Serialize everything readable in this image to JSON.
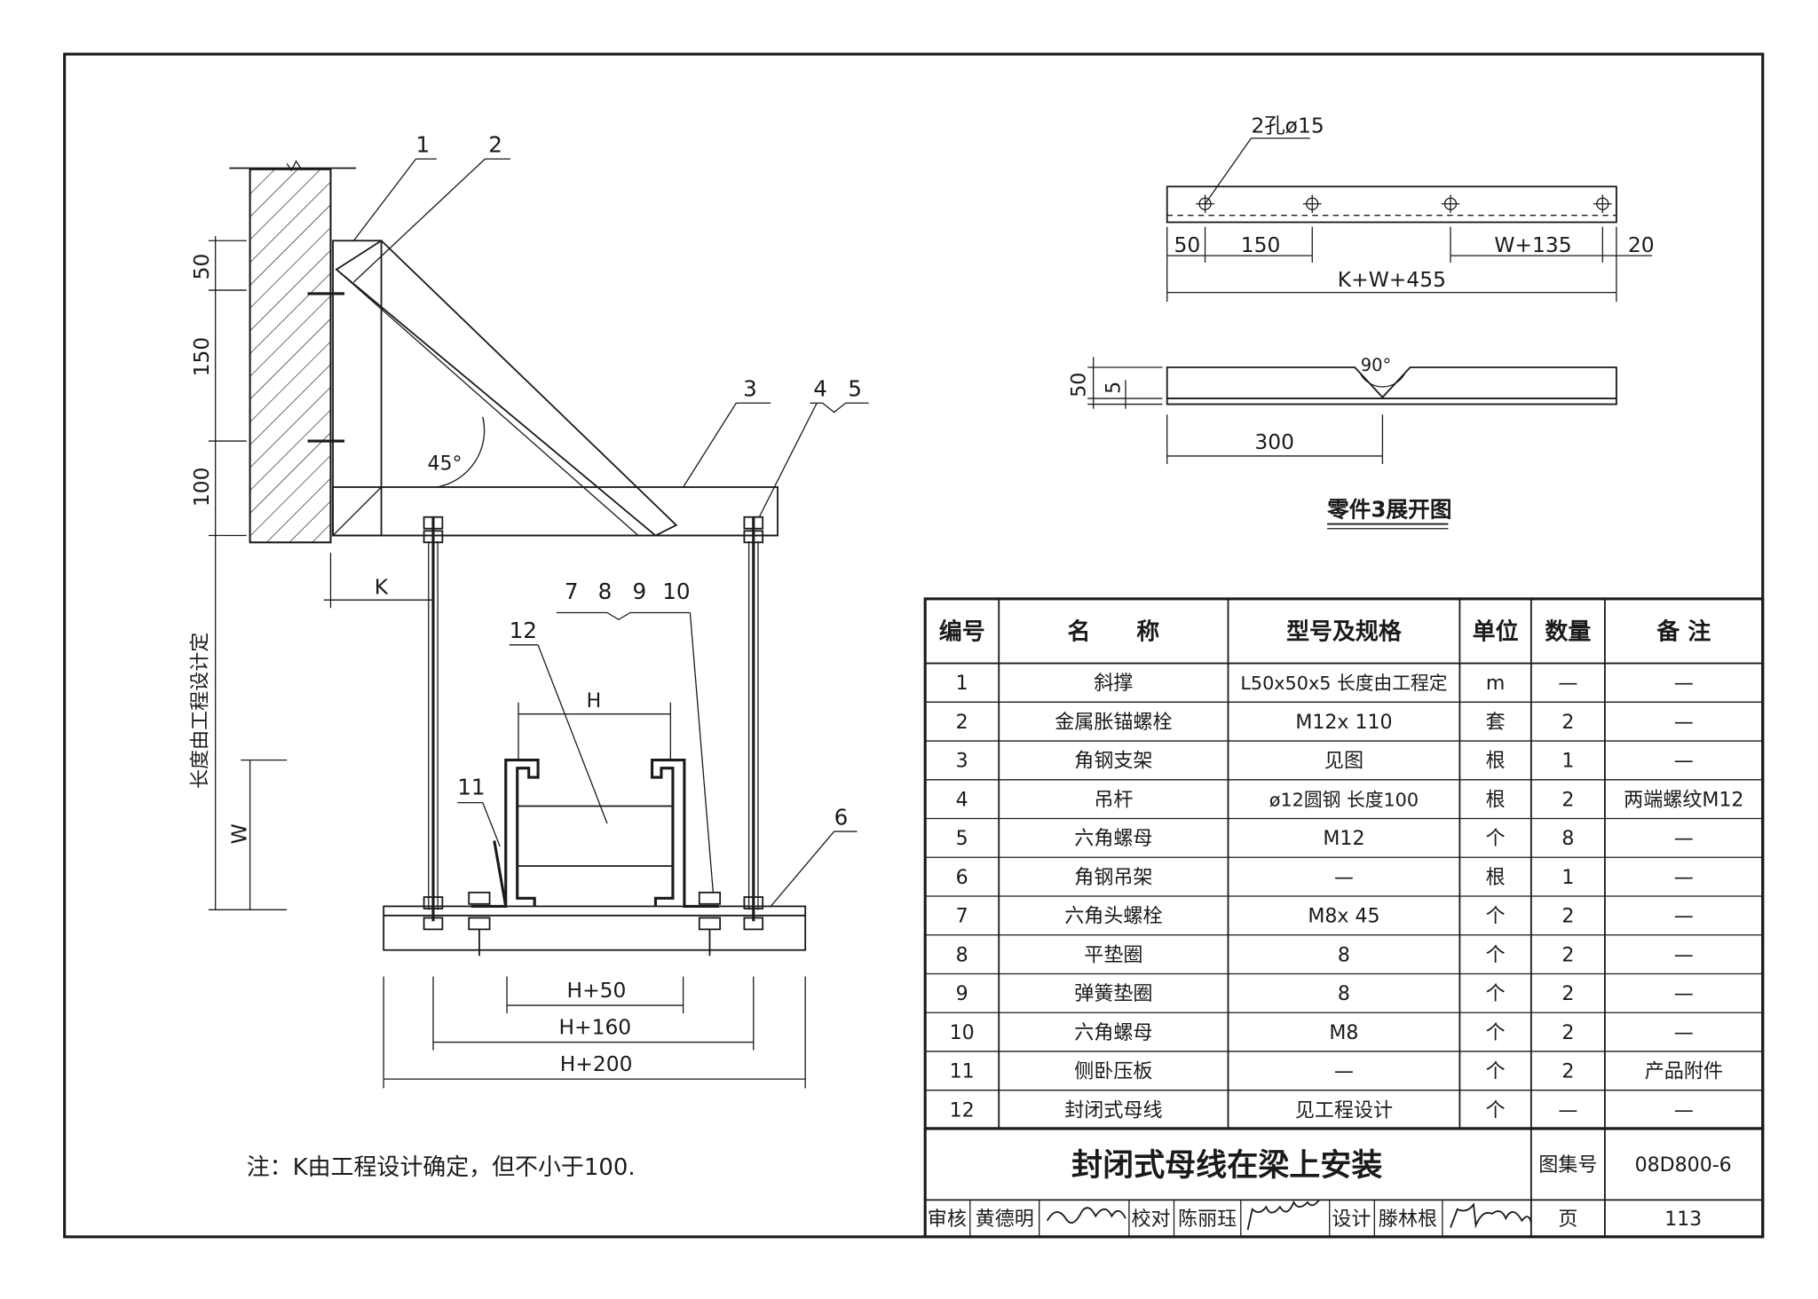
{
  "callouts": {
    "c1": "1",
    "c2": "2",
    "c3": "3",
    "c4": "4",
    "c5": "5",
    "c6": "6",
    "c7": "7",
    "c8": "8",
    "c9": "9",
    "c10": "10",
    "c11": "11",
    "c12": "12"
  },
  "main_dims": {
    "d50": "50",
    "d150": "150",
    "d100": "100",
    "angle": "45°",
    "k": "K",
    "w": "W",
    "length_note": "长度由工程设计定",
    "h": "H",
    "h50": "H+50",
    "h160": "H+160",
    "h200": "H+200"
  },
  "part3": {
    "holes": "2孔ø15",
    "d50": "50",
    "d150": "150",
    "dw135": "W+135",
    "d20": "20",
    "total": "K+W+455",
    "angle": "90°",
    "h50": "50",
    "h5": "5",
    "d300": "300",
    "caption": "零件3展开图"
  },
  "note": "注：K由工程设计确定，但不小于100.",
  "table": {
    "headers": [
      "编号",
      "名　　称",
      "型号及规格",
      "单位",
      "数量",
      "备 注"
    ],
    "rows": [
      [
        "1",
        "斜撑",
        "L50x50x5  长度由工程定",
        "m",
        "—",
        "—"
      ],
      [
        "2",
        "金属胀锚螺栓",
        "M12x 110",
        "套",
        "2",
        "—"
      ],
      [
        "3",
        "角钢支架",
        "见图",
        "根",
        "1",
        "—"
      ],
      [
        "4",
        "吊杆",
        "ø12圆钢  长度100",
        "根",
        "2",
        "两端螺纹M12"
      ],
      [
        "5",
        "六角螺母",
        "M12",
        "个",
        "8",
        "—"
      ],
      [
        "6",
        "角钢吊架",
        "—",
        "根",
        "1",
        "—"
      ],
      [
        "7",
        "六角头螺栓",
        "M8x 45",
        "个",
        "2",
        "—"
      ],
      [
        "8",
        "平垫圈",
        "8",
        "个",
        "2",
        "—"
      ],
      [
        "9",
        "弹簧垫圈",
        "8",
        "个",
        "2",
        "—"
      ],
      [
        "10",
        "六角螺母",
        "M8",
        "个",
        "2",
        "—"
      ],
      [
        "11",
        "侧卧压板",
        "—",
        "个",
        "2",
        "产品附件"
      ],
      [
        "12",
        "封闭式母线",
        "见工程设计",
        "个",
        "—",
        "—"
      ]
    ]
  },
  "title_block": {
    "title": "封闭式母线在梁上安装",
    "atlas_label": "图集号",
    "atlas_no": "08D800-6",
    "review_label": "审核",
    "reviewer": "黄德明",
    "check_label": "校对",
    "checker": "陈丽珏",
    "design_label": "设计",
    "designer": "滕林根",
    "page_label": "页",
    "page_no": "113"
  }
}
